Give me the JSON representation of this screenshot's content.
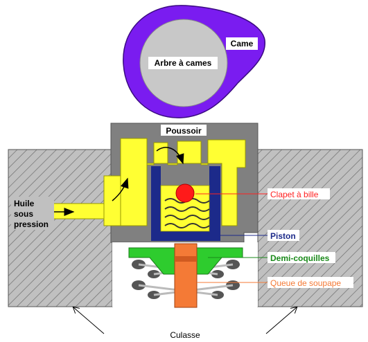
{
  "labels": {
    "came": "Came",
    "arbre": "Arbre à cames",
    "poussoir": "Poussoir",
    "huile_1": "Huile",
    "huile_2": "sous",
    "huile_3": "pression",
    "clapet": "Clapet à bille",
    "piston": "Piston",
    "demi": "Demi-coquilles",
    "queue": "Queue de soupape",
    "culasse": "Culasse"
  },
  "colors": {
    "cam": "#7a1cf0",
    "camshaft": "#c8c8c8",
    "poussoir": "#808080",
    "oil": "#ffff33",
    "oil_dark": "#e6e600",
    "cylinder_head": "#c0c0c0",
    "piston": "#1c2a8a",
    "ball": "#ff1a1a",
    "half_shells": "#2ecc2e",
    "valve_stem": "#f47a36",
    "spring": "#555555",
    "clapet_label": "#ff2020",
    "piston_label": "#1c2a8a",
    "demi_label": "#1a8a1a",
    "queue_label": "#f47a36",
    "culasse_label": "#000000"
  }
}
